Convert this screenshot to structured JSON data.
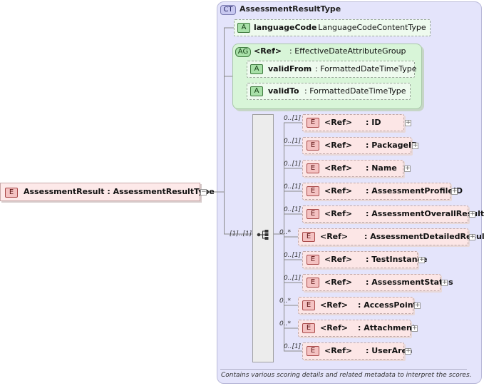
{
  "root": {
    "badge": "E",
    "label": "AssessmentResult : AssessmentResultType"
  },
  "complex_type": {
    "badge": "CT",
    "name": "AssessmentResultType",
    "attribute": {
      "badge": "A",
      "name": "languageCode",
      "type": ": LanguageCodeContentType"
    },
    "attribute_group": {
      "badge": "AG",
      "name": "<Ref>",
      "type": ": EffectiveDateAttributeGroup",
      "attributes": [
        {
          "badge": "A",
          "name": "validFrom",
          "type": ": FormattedDateTimeType"
        },
        {
          "badge": "A",
          "name": "validTo",
          "type": ": FormattedDateTimeType"
        }
      ]
    },
    "sequence_occurrence": "[1]..[1]",
    "elements": [
      {
        "occ": "0..[1]",
        "badge": "E",
        "ref": "<Ref>",
        "type": ": ID"
      },
      {
        "occ": "0..[1]",
        "badge": "E",
        "ref": "<Ref>",
        "type": ": PackageID"
      },
      {
        "occ": "0..[1]",
        "badge": "E",
        "ref": "<Ref>",
        "type": ": Name"
      },
      {
        "occ": "0..[1]",
        "badge": "E",
        "ref": "<Ref>",
        "type": ": AssessmentProfileID"
      },
      {
        "occ": "0..[1]",
        "badge": "E",
        "ref": "<Ref>",
        "type": ": AssessmentOverallResult"
      },
      {
        "occ": "0..*",
        "badge": "E",
        "ref": "<Ref>",
        "type": ": AssessmentDetailedResult"
      },
      {
        "occ": "0..[1]",
        "badge": "E",
        "ref": "<Ref>",
        "type": ": TestInstance"
      },
      {
        "occ": "0..[1]",
        "badge": "E",
        "ref": "<Ref>",
        "type": ": AssessmentStatus"
      },
      {
        "occ": "0..*",
        "badge": "E",
        "ref": "<Ref>",
        "type": ": AccessPoint"
      },
      {
        "occ": "0..*",
        "badge": "E",
        "ref": "<Ref>",
        "type": ": Attachment"
      },
      {
        "occ": "0..[1]",
        "badge": "E",
        "ref": "<Ref>",
        "type": ": UserArea"
      }
    ],
    "documentation": "Contains various scoring details and related metadata to interpret the scores."
  },
  "expand_symbol": "+",
  "collapse_symbol": "−"
}
